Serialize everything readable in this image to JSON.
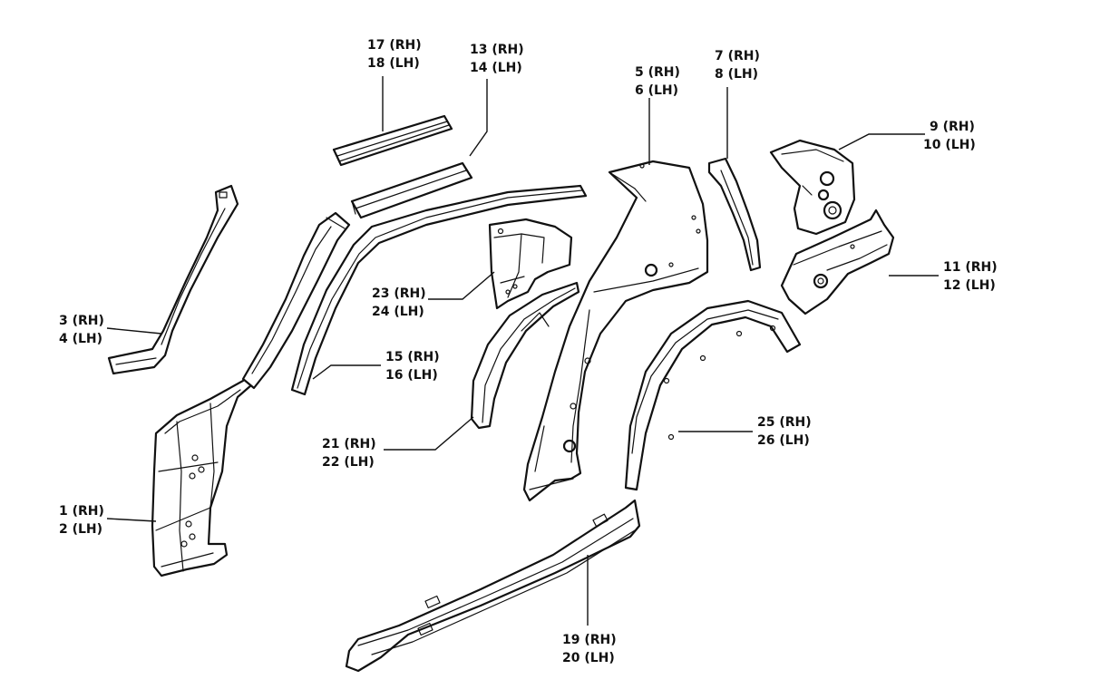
{
  "callouts": [
    {
      "id": "c1",
      "line1": "1 (RH)",
      "line2": "2 (LH)"
    },
    {
      "id": "c3",
      "line1": "3 (RH)",
      "line2": "4 (LH)"
    },
    {
      "id": "c5",
      "line1": "5 (RH)",
      "line2": "6 (LH)"
    },
    {
      "id": "c7",
      "line1": "7 (RH)",
      "line2": "8 (LH)"
    },
    {
      "id": "c9",
      "line1": "9 (RH)",
      "line2": "10 (LH)"
    },
    {
      "id": "c11",
      "line1": "11 (RH)",
      "line2": "12 (LH)"
    },
    {
      "id": "c13",
      "line1": "13 (RH)",
      "line2": "14 (LH)"
    },
    {
      "id": "c15",
      "line1": "15 (RH)",
      "line2": "16 (LH)"
    },
    {
      "id": "c17",
      "line1": "17 (RH)",
      "line2": "18 (LH)"
    },
    {
      "id": "c19",
      "line1": "19 (RH)",
      "line2": "20 (LH)"
    },
    {
      "id": "c21",
      "line1": "21 (RH)",
      "line2": "22 (LH)"
    },
    {
      "id": "c23",
      "line1": "23 (RH)",
      "line2": "24 (LH)"
    },
    {
      "id": "c25",
      "line1": "25 (RH)",
      "line2": "26 (LH)"
    }
  ]
}
